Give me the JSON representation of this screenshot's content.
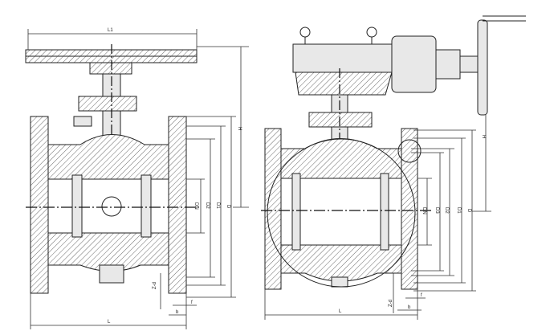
{
  "left_view": {
    "labels": {
      "L1": "L1",
      "H": "H",
      "DN": "DN",
      "D2": "D2",
      "D1": "D1",
      "D": "D",
      "Zd": "Z-d",
      "f": "f",
      "b": "b",
      "L": "L"
    }
  },
  "right_view": {
    "labels": {
      "H": "H",
      "DN": "DN",
      "D3": "D3",
      "D2": "D2",
      "D1": "D1",
      "D": "D",
      "Zd": "Z-d",
      "f": "f",
      "b": "b",
      "L": "L"
    }
  }
}
